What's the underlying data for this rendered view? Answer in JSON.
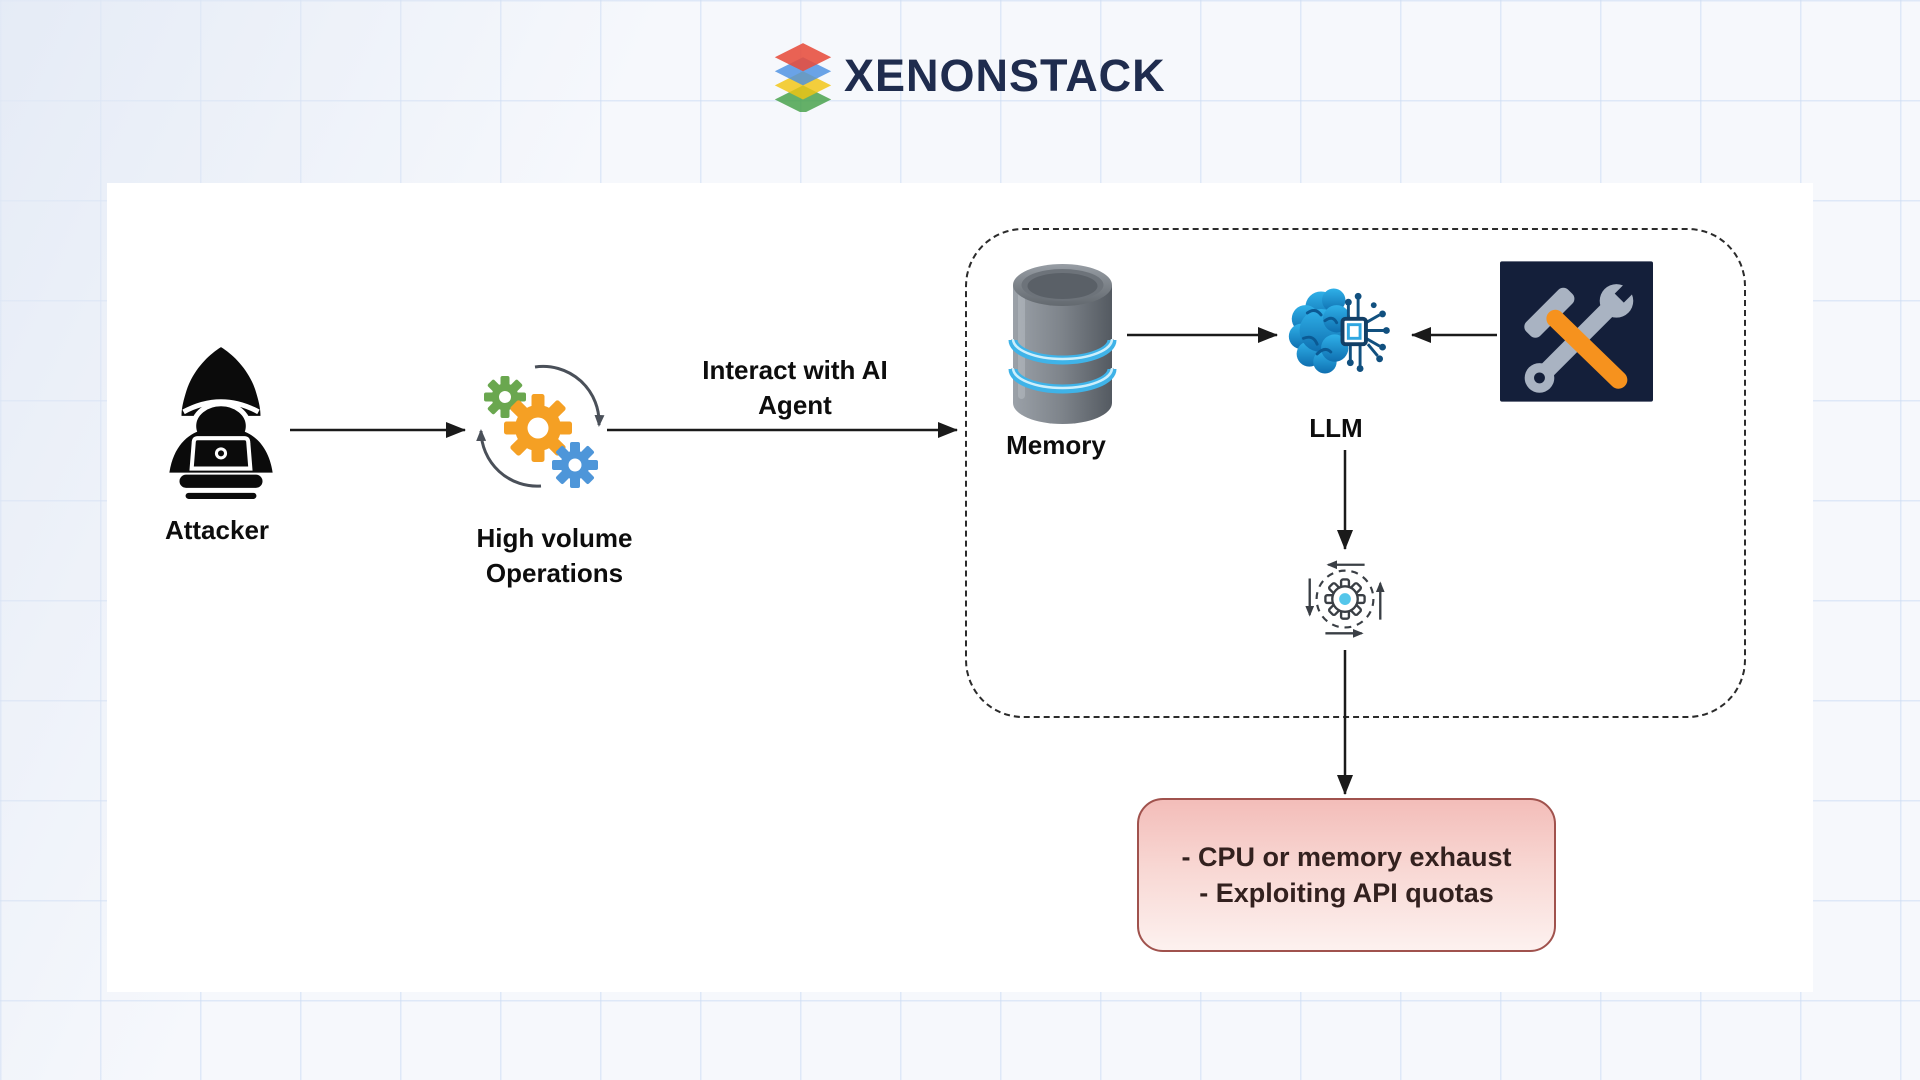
{
  "logo": {
    "text": "XENONSTACK",
    "text_color": "#1f2c4e",
    "layer_colors": [
      "#E74C3C",
      "#4A90E2",
      "#F2C511",
      "#43A047"
    ]
  },
  "nodes": {
    "attacker": {
      "label": "Attacker",
      "icon": "hacker-laptop-icon"
    },
    "high_volume": {
      "label": "High volume Operations",
      "lines": [
        "High volume",
        "Operations"
      ],
      "icon": "gears-cycle-icon"
    },
    "memory": {
      "label": "Memory",
      "icon": "database-icon"
    },
    "llm": {
      "label": "LLM",
      "icon": "brain-chip-icon"
    },
    "tools": {
      "icon": "hammer-wrench-icon"
    },
    "process": {
      "icon": "gear-automation-icon"
    }
  },
  "edges": {
    "interact": {
      "label": "Interact with AI Agent",
      "lines": [
        "Interact with AI",
        "Agent"
      ]
    }
  },
  "result_box": {
    "lines": [
      "- CPU or memory exhaust",
      "- Exploiting API quotas"
    ],
    "border_color": "#a0524d",
    "fill_top": "#f3bdb9",
    "fill_bottom": "#fdf1ef"
  },
  "colors": {
    "page_background": "#f6f8fc",
    "grid_line": "#cbdbf3",
    "canvas_background": "#ffffff",
    "dashed_border": "#2b2b2b",
    "arrow": "#1a1a1a",
    "gear_green": "#6aa74f",
    "gear_orange": "#f5a024",
    "gear_blue": "#4e96d9",
    "tools_background": "#141f3a",
    "tools_metal": "#a9b3c2",
    "tools_handle": "#f6921e",
    "brain_blue_light": "#2fb0e8",
    "brain_blue_dark": "#0f6fb0",
    "database_band_blue": "#3fb3e8"
  }
}
